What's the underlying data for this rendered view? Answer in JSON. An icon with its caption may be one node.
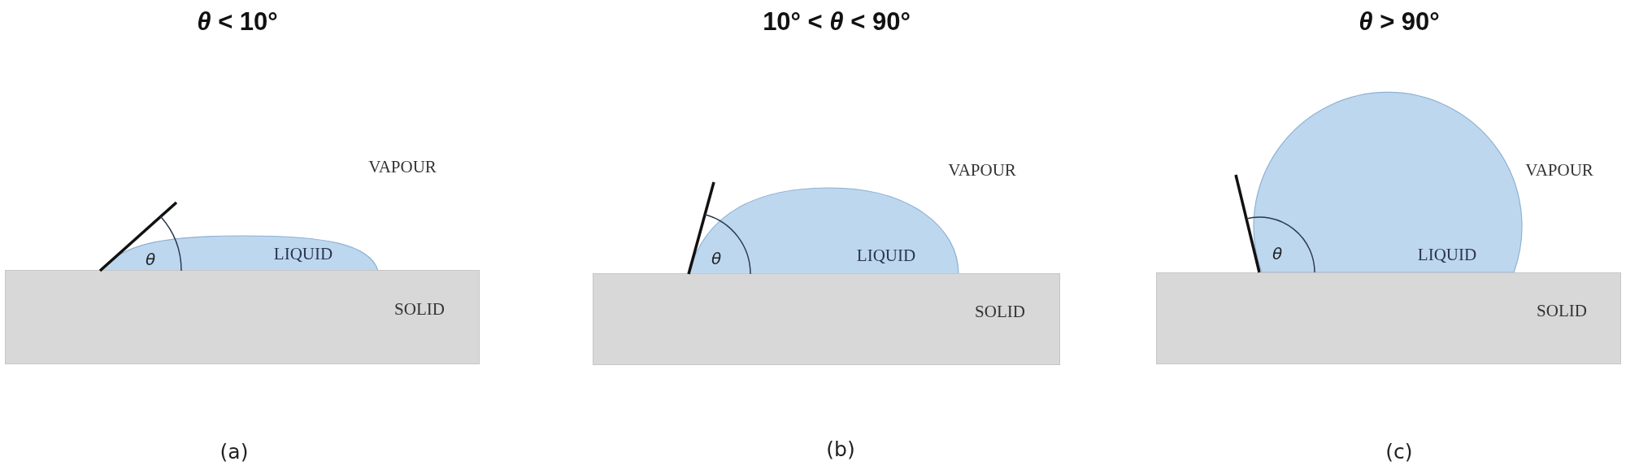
{
  "diagram": {
    "nodes": [
      {
        "text": [
          "θ",
          "LIQUID"
        ]
      },
      {
        "text": [
          "SOLID"
        ]
      },
      {
        "text": [
          "θ",
          "LIQUID"
        ]
      },
      {
        "text": [
          "SOLID"
        ]
      },
      {
        "text": [
          "θ",
          "LIQUID"
        ]
      },
      {
        "text": [
          "SOLID"
        ]
      }
    ],
    "labels": [
      "*θ* < 10°",
      "10° < *θ* < 90°",
      "*θ* > 90°",
      "VAPOUR",
      "VAPOUR",
      "VAPOUR",
      "(a)",
      "(b)",
      "(c)"
    ]
  }
}
